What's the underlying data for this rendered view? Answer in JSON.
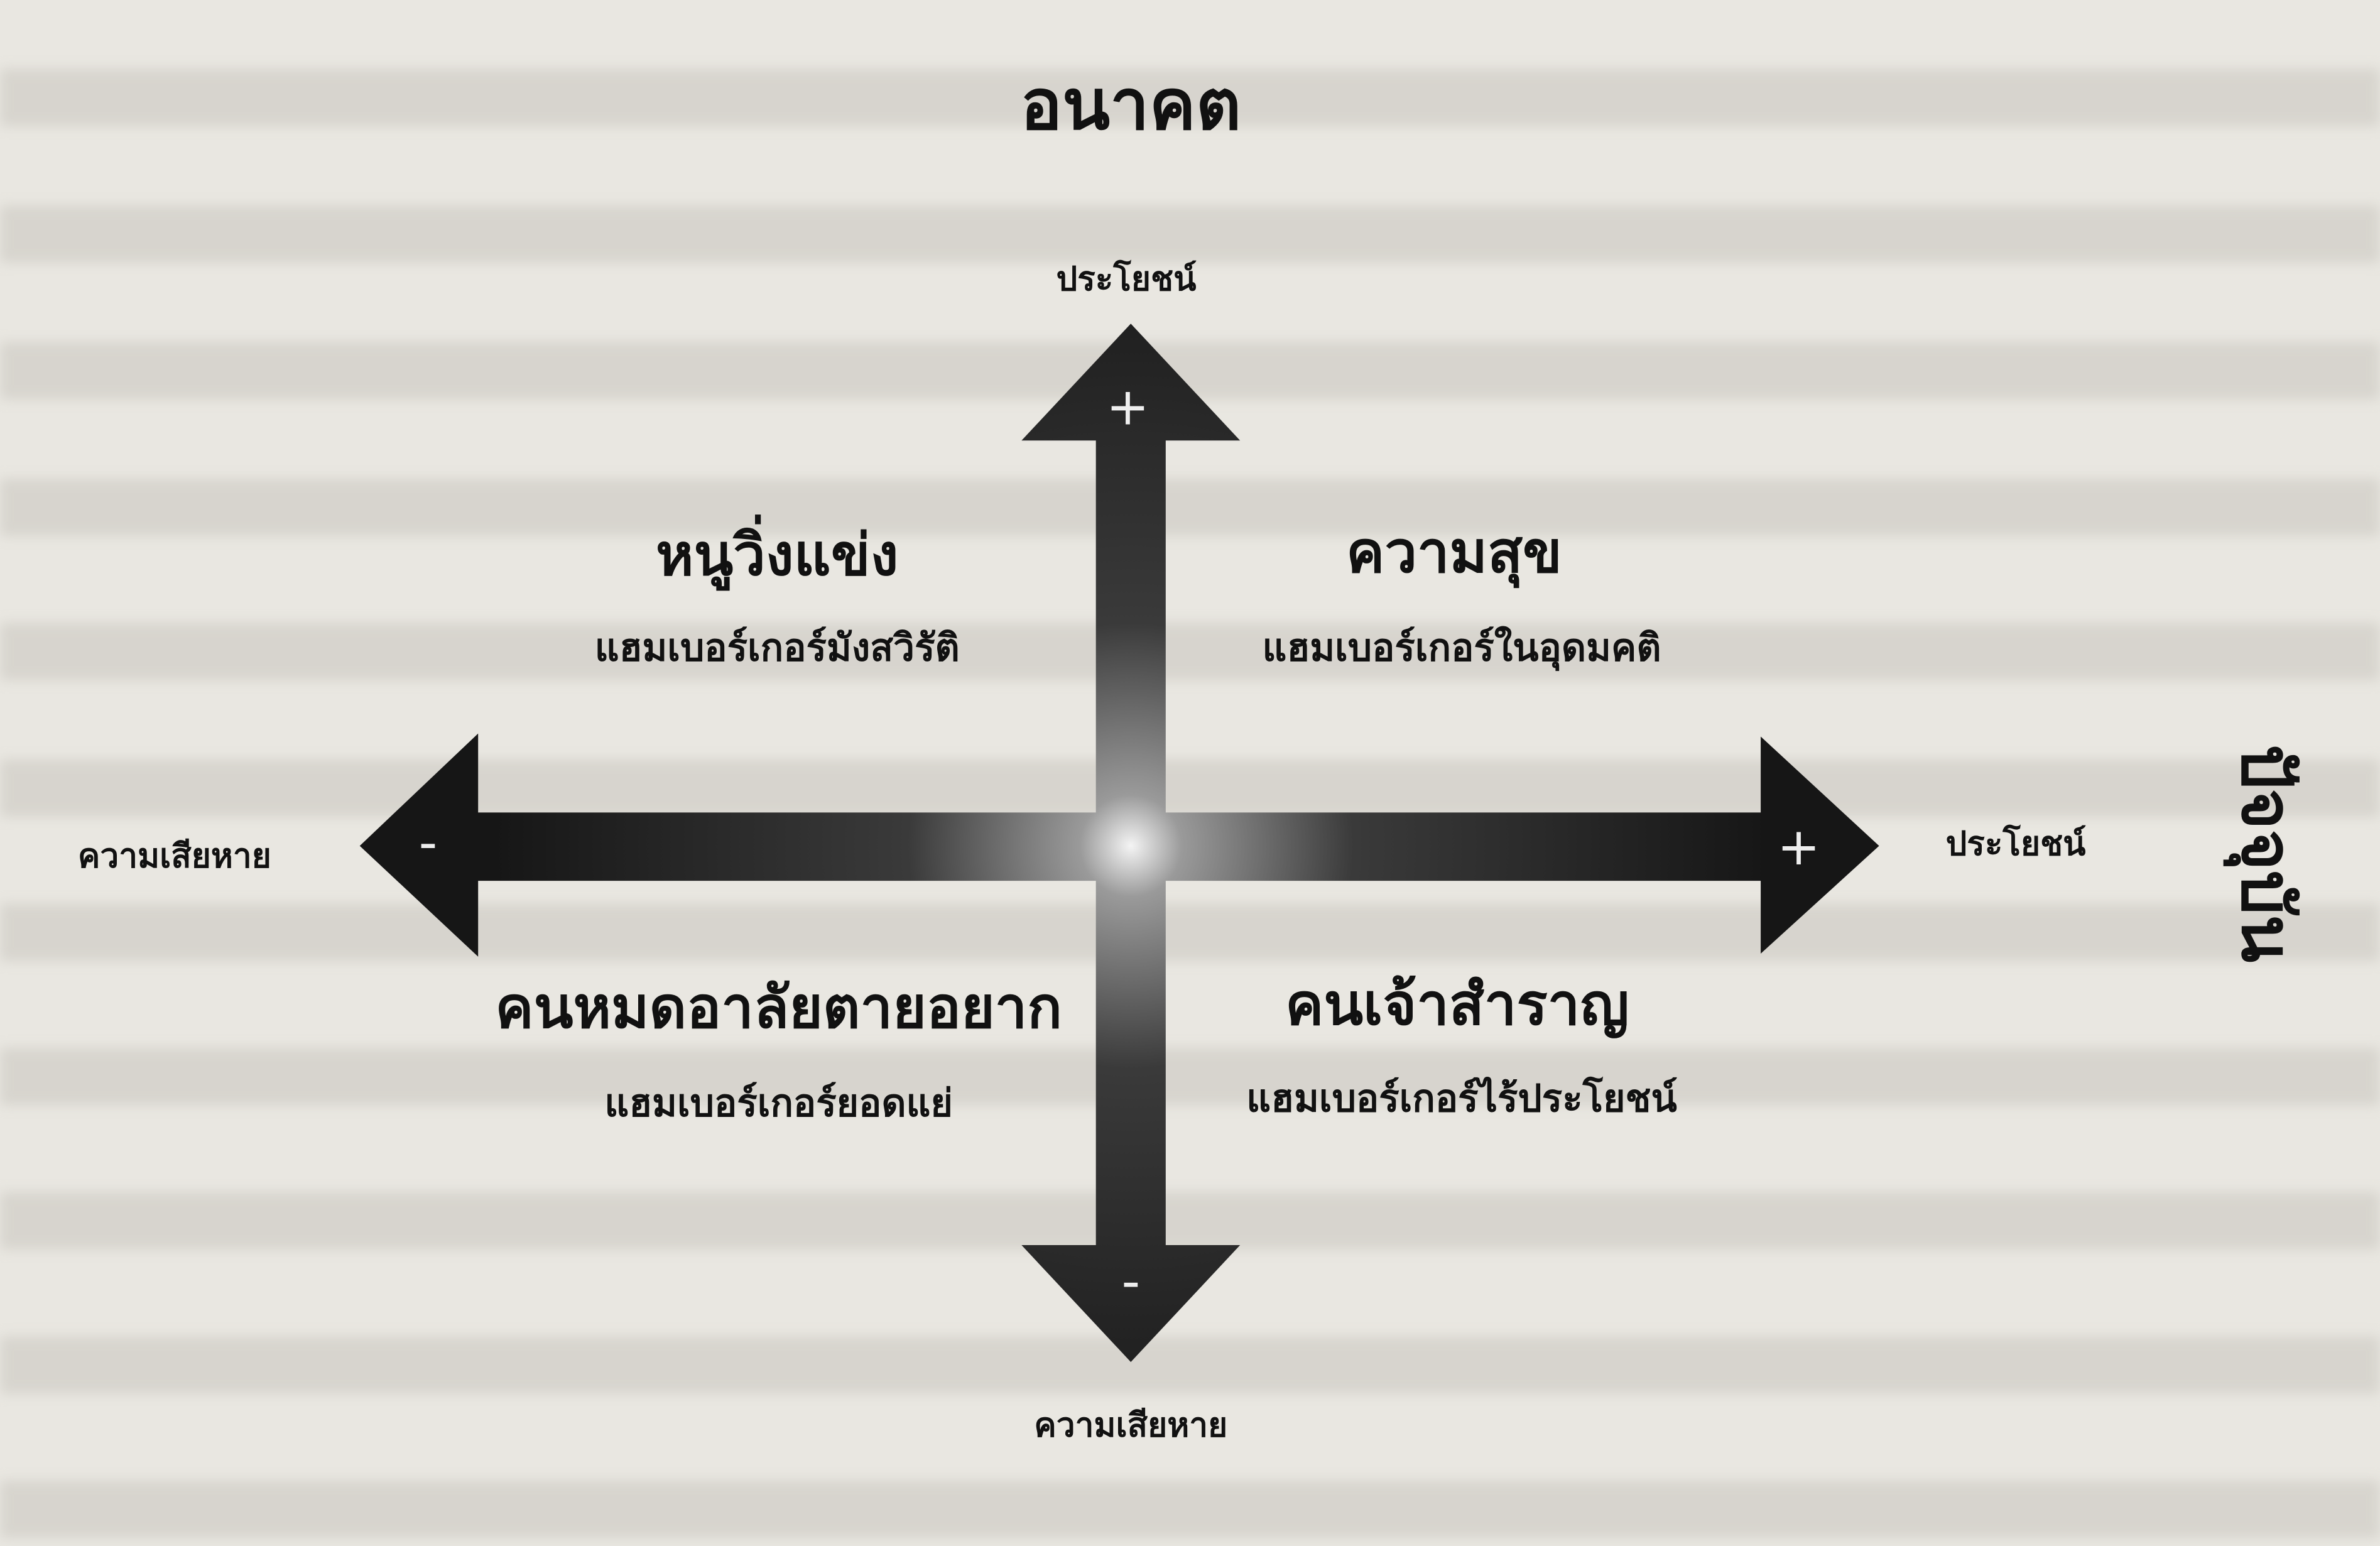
{
  "diagram": {
    "top_title": "อนาคต",
    "right_title": "ปัจจุบัน",
    "axes": {
      "top_label": "ประโยชน์",
      "bottom_label": "ความเสียหาย",
      "left_label": "ความเสียหาย",
      "right_label": "ประโยชน์",
      "top_sign": "+",
      "bottom_sign": "-",
      "left_sign": "-",
      "right_sign": "+"
    },
    "quadrants": [
      {
        "position": "top-left",
        "title": "หนูวิ่งแข่ง",
        "subtitle": "แฮมเบอร์เกอร์มังสวิรัติ"
      },
      {
        "position": "top-right",
        "title": "ความสุข",
        "subtitle": "แฮมเบอร์เกอร์ในอุดมคติ"
      },
      {
        "position": "bottom-left",
        "title": "คนหมดอาลัยตายอยาก",
        "subtitle": "แฮมเบอร์เกอร์ยอดแย่"
      },
      {
        "position": "bottom-right",
        "title": "คนเจ้าสำราญ",
        "subtitle": "แฮมเบอร์เกอร์ไร้ประโยชน์"
      }
    ],
    "colors": {
      "paper": "#e9e7e1",
      "ink": "#111111",
      "arrow": "#1a1a1a"
    }
  }
}
